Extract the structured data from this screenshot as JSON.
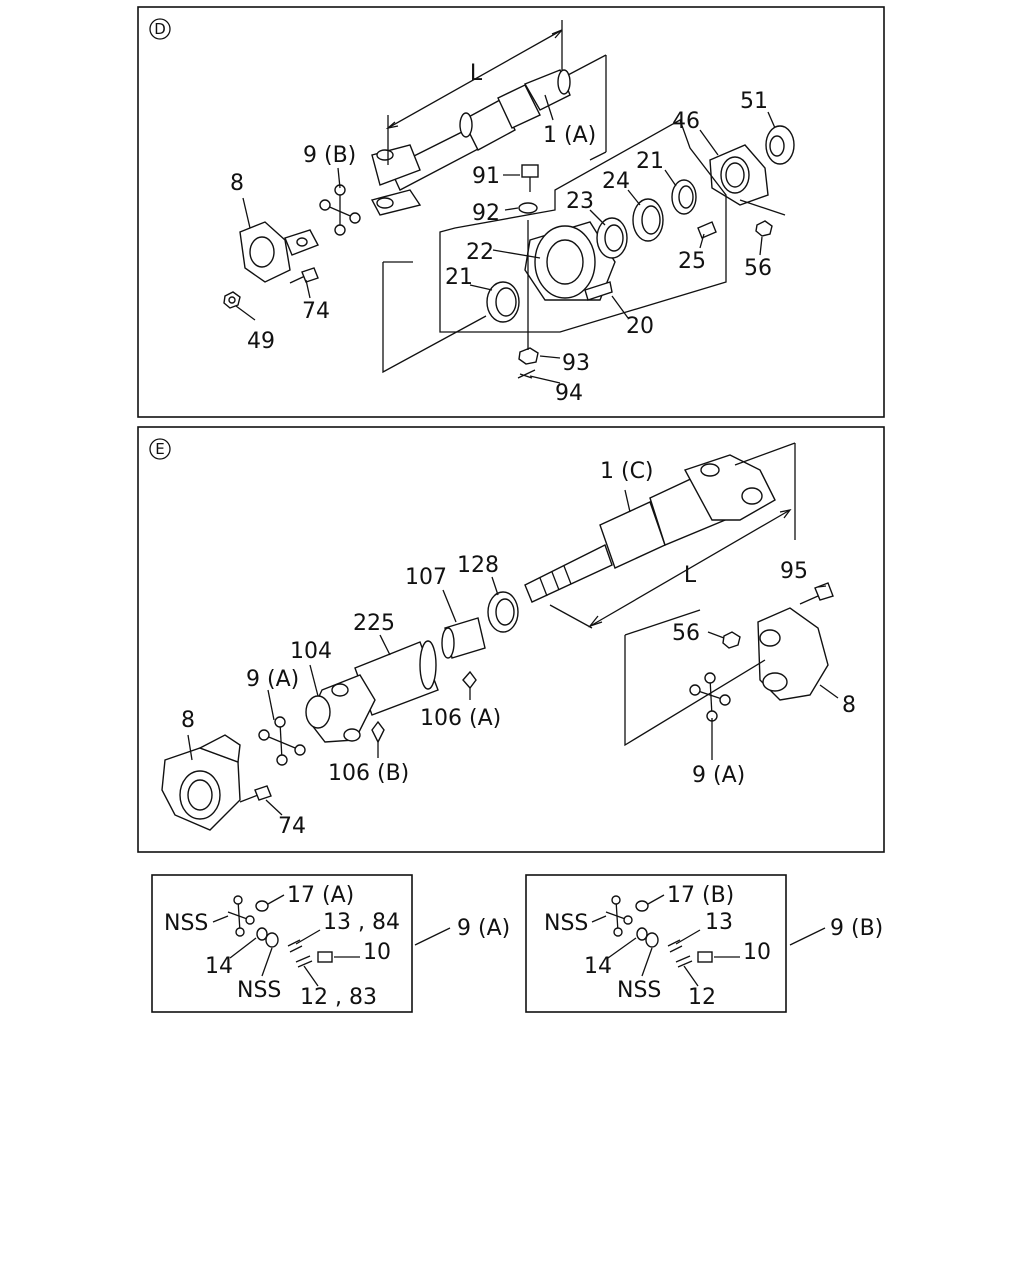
{
  "section_d": {
    "marker": "D",
    "labels": {
      "p1a": "1 (A)",
      "p9b": "9 (B)",
      "p8": "8",
      "p74": "74",
      "p49": "49",
      "p91": "91",
      "p92": "92",
      "p22": "22",
      "p21a": "21",
      "p21b": "21",
      "p23": "23",
      "p24": "24",
      "p46": "46",
      "p51": "51",
      "p25": "25",
      "p56": "56",
      "p20": "20",
      "p93": "93",
      "p94": "94",
      "dimL": "L"
    }
  },
  "section_e": {
    "marker": "E",
    "labels": {
      "p1c": "1 (C)",
      "p128": "128",
      "p107": "107",
      "p225": "225",
      "p104": "104",
      "p9a_left": "9 (A)",
      "p8_left": "8",
      "p74": "74",
      "p106b": "106 (B)",
      "p106a": "106 (A)",
      "p95": "95",
      "p56": "56",
      "p8_right": "8",
      "p9a_right": "9 (A)",
      "dimL": "L"
    }
  },
  "kit_a": {
    "labels": {
      "p17": "17 (A)",
      "nss_top": "NSS",
      "p1384": "13 , 84",
      "p14": "14",
      "p10": "10",
      "nss_bottom": "NSS",
      "p1283": "12 , 83",
      "callout": "9 (A)"
    }
  },
  "kit_b": {
    "labels": {
      "p17": "17 (B)",
      "nss_top": "NSS",
      "p13": "13",
      "p14": "14",
      "p10": "10",
      "nss_bottom": "NSS",
      "p12": "12",
      "callout": "9 (B)"
    }
  }
}
